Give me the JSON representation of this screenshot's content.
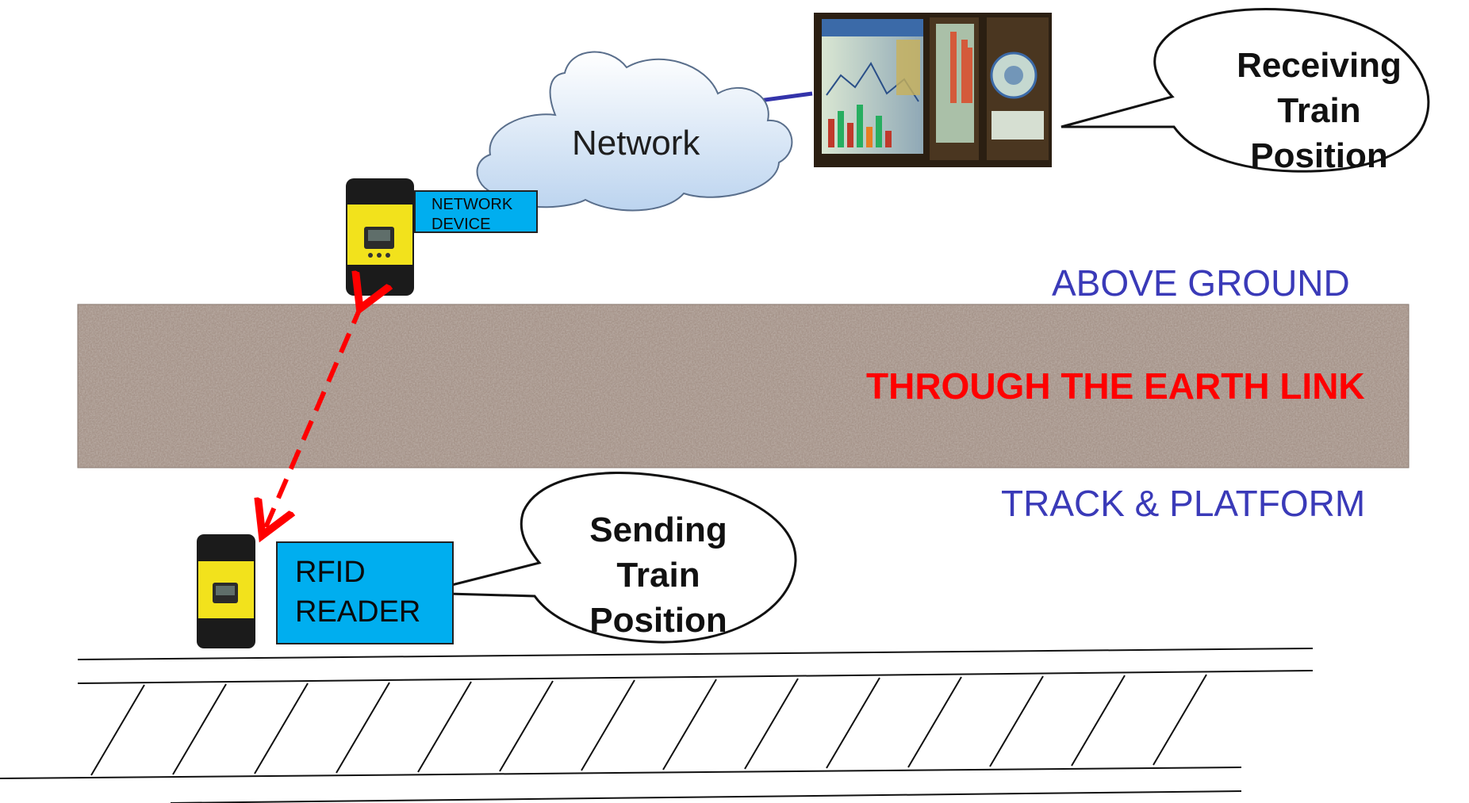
{
  "network": {
    "label": "Network"
  },
  "devices": {
    "network_device": {
      "label_line1": "NETWORK",
      "label_line2": "DEVICE"
    },
    "rfid_reader": {
      "label_line1": "RFID",
      "label_line2": "READER"
    }
  },
  "bubbles": {
    "receiving": {
      "line1": "Receiving",
      "line2": "Train",
      "line3": "Position"
    },
    "sending": {
      "line1": "Sending",
      "line2": "Train",
      "line3": "Position"
    }
  },
  "zones": {
    "above": "ABOVE GROUND",
    "earth": "THROUGH THE EARTH LINK",
    "below": "TRACK & PLATFORM"
  },
  "colors": {
    "zone_text": "#3a3ab8",
    "earth_text": "#ff0000",
    "device_label_bg": "#00aeef",
    "link_arrow": "#ff0000",
    "network_link": "#3333aa",
    "device_body": "#1b1b1b",
    "device_accent": "#f2e21c"
  },
  "icons": {
    "cloud": "cloud-icon",
    "monitor": "control-room-display-icon",
    "device": "rfid-device-icon"
  }
}
